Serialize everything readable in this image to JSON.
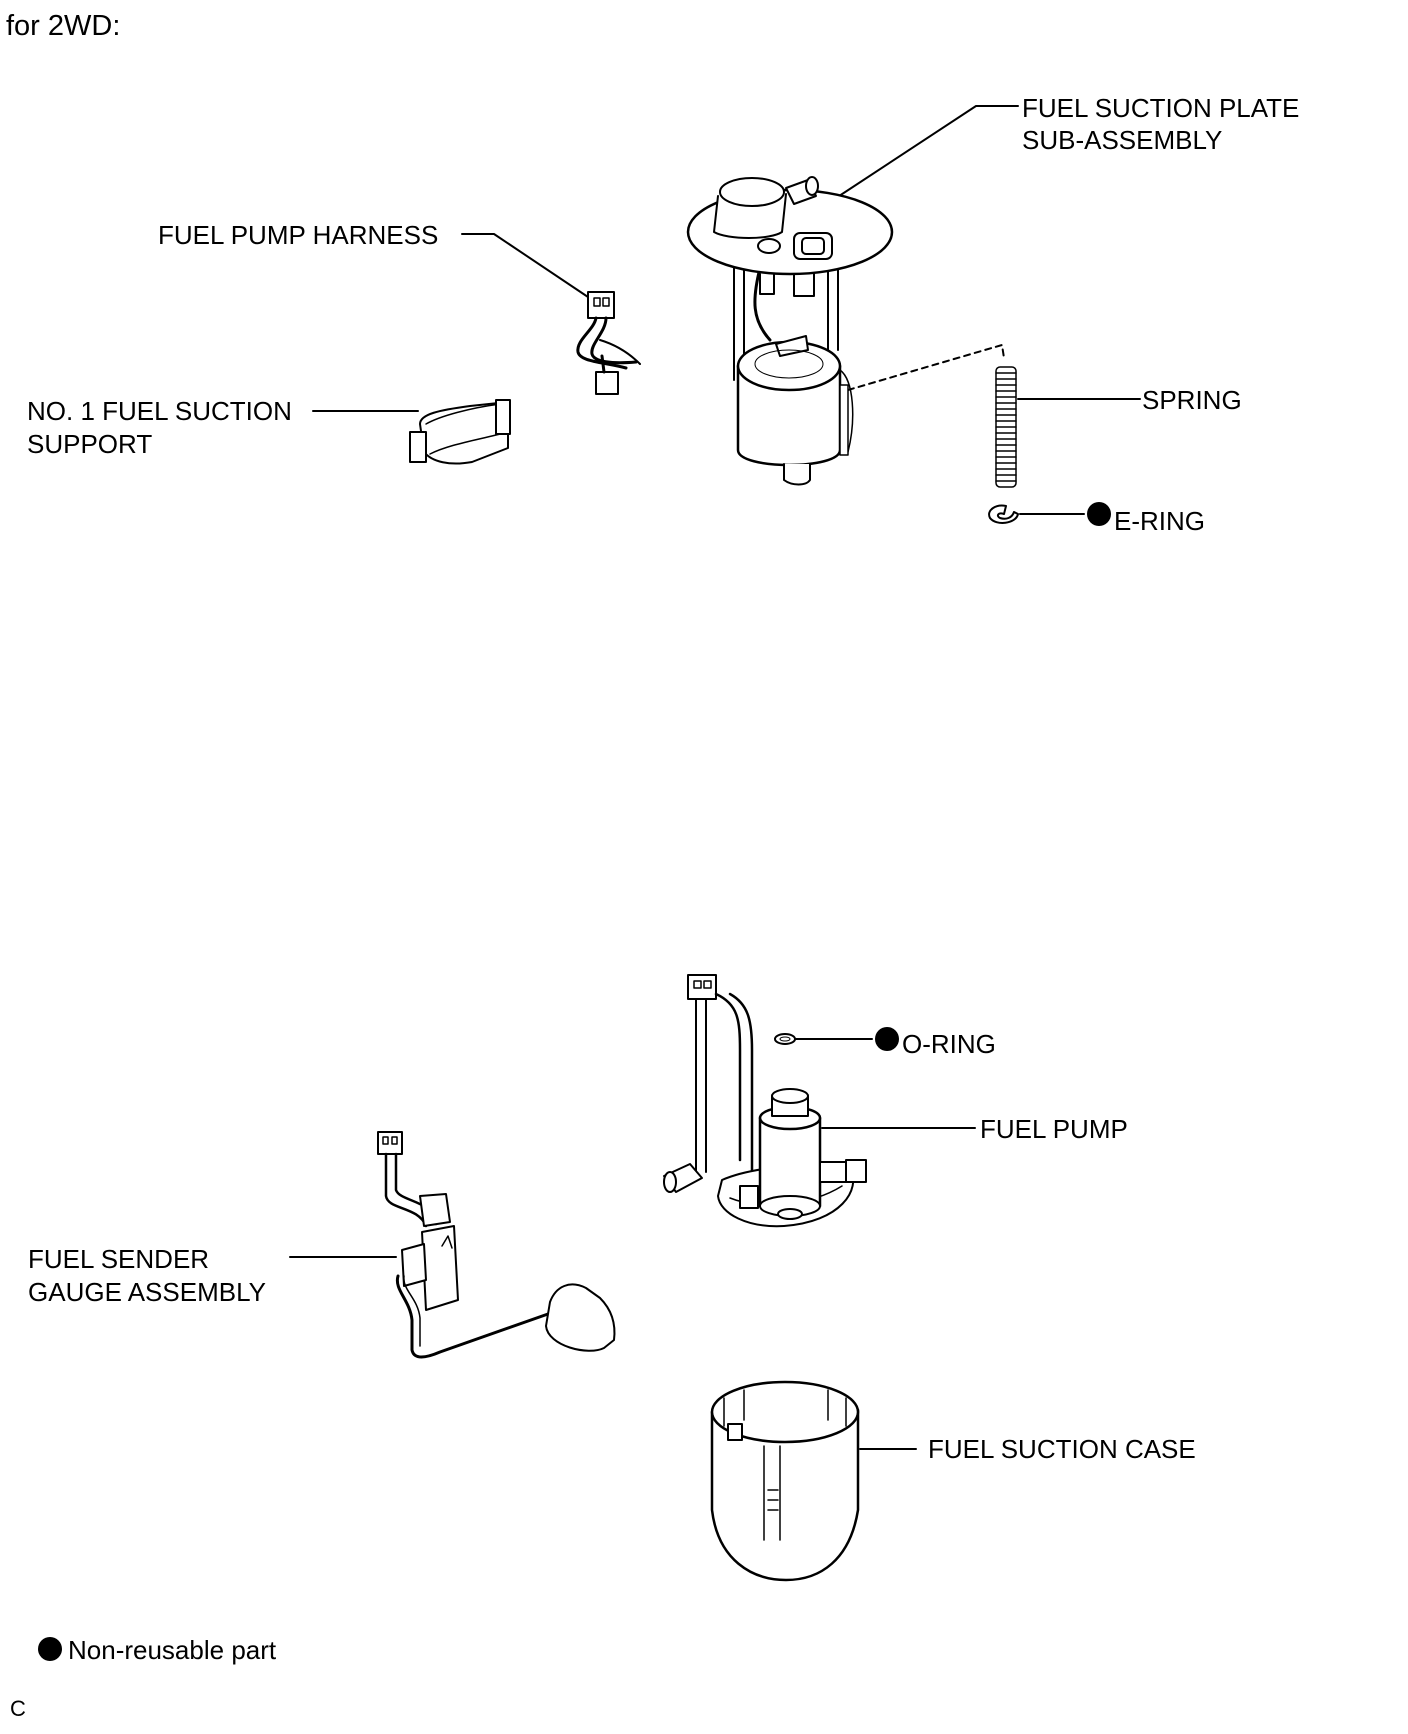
{
  "header": {
    "title": "for 2WD:"
  },
  "labels": {
    "plate_line1": "FUEL SUCTION PLATE",
    "plate_line2": "SUB-ASSEMBLY",
    "harness": "FUEL PUMP HARNESS",
    "support_line1": "NO. 1 FUEL SUCTION",
    "support_line2": "SUPPORT",
    "spring": "SPRING",
    "e_ring": "E-RING",
    "o_ring": "O-RING",
    "fuel_pump": "FUEL PUMP",
    "sender_line1": "FUEL SENDER",
    "sender_line2": "GAUGE ASSEMBLY",
    "suction_case": "FUEL SUCTION CASE"
  },
  "legend": {
    "text": "Non-reusable part",
    "symbol": "black-dot-icon"
  },
  "footer": {
    "code": "C"
  },
  "colors": {
    "ink": "#000000",
    "paper": "#ffffff",
    "shade": "#ececec"
  }
}
